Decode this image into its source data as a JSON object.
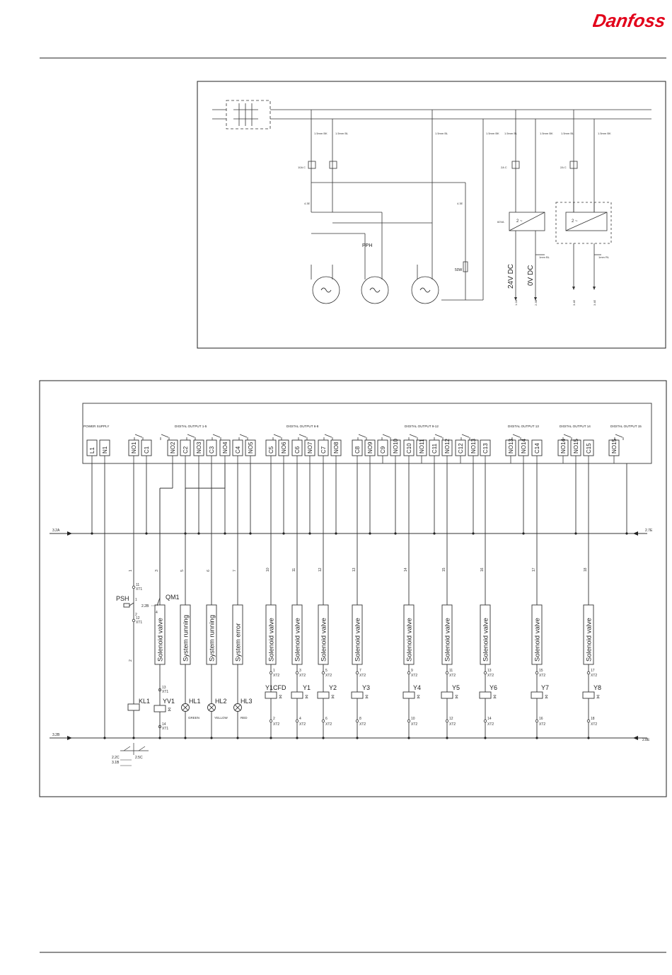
{
  "header": {
    "brand": "Danfoss"
  },
  "power_diagram": {
    "breakers": [
      {
        "rating": "10A C"
      },
      {
        "rating": "2A C"
      },
      {
        "rating": "2A C"
      }
    ],
    "wires_top": [
      "1.5mm BK",
      "1.5mm BL",
      "1.5mm BL",
      "1.5mm BK",
      "1.5mm BL",
      "1.5mm BK",
      "1.5mm BL",
      "1.5mm BK",
      "1.5mm BL"
    ],
    "psu_labels": [
      "60VA",
      "2 ~",
      "2 ~"
    ],
    "switch_label": "PPH",
    "heater_label": "50W",
    "dc_labels": [
      "24V DC",
      "0V DC"
    ],
    "small_labels": [
      "4.3E",
      "4.3E",
      "1mm BL",
      "1mm RL"
    ],
    "bottom_refs": [
      "1.2A",
      "2.3B",
      "3.4E",
      "3.4E"
    ]
  },
  "control_diagram": {
    "blocks": [
      "POWER SUPPLY",
      "DIGITAL OUTPUT 1-5",
      "DIGITAL OUTPUT 6-8",
      "DIGITAL OUTPUT 9-12",
      "DIGITAL OUTPUT 13",
      "DIGITAL OUTPUT 14",
      "DIGITAL OUTPUT 15"
    ],
    "terminals": [
      "L1",
      "N1",
      "NO1",
      "C1",
      "NO2",
      "C2",
      "NO3",
      "C3",
      "NO4",
      "C4",
      "NO5",
      "C5",
      "NO6",
      "C6",
      "NO7",
      "C7",
      "NO8",
      "C8",
      "NO9",
      "C9",
      "NO10",
      "C10",
      "NO11",
      "C11",
      "NO12",
      "C12",
      "NO13",
      "C13",
      "NO13",
      "NO14",
      "C14",
      "NO14",
      "NO15",
      "C15",
      "NO15"
    ],
    "bus_top_left": "3.2A",
    "bus_top_right": "2.7E",
    "bus_bottom_left": "3.2B",
    "bus_bottom_right": "2.8E",
    "wire_numbers": [
      "1",
      "3",
      "5",
      "6",
      "7",
      "10",
      "11",
      "12",
      "13",
      "14",
      "15",
      "16",
      "17",
      "18",
      "2"
    ],
    "psh_label": "PSH",
    "qm1_label": "QM1",
    "qm1_ref": "2.2B",
    "xt1_label": "XT1",
    "xt2_label": "XT2",
    "xt1_pins": [
      "11",
      "12",
      "13",
      "14",
      "1",
      "2",
      "4"
    ],
    "boxes": [
      "Solenoid valve",
      "System running",
      "System running",
      "System error",
      "Solenoid valve",
      "Solenoid valve",
      "Solenoid valve",
      "Solenoid valve",
      "Solenoid valve",
      "Solenoid valve",
      "Solenoid valve",
      "Solenoid valve",
      "Solenoid valve"
    ],
    "components": [
      "KL1",
      "YV1",
      "HL1",
      "HL2",
      "HL3",
      "Y1CFD",
      "Y1",
      "Y2",
      "Y3",
      "Y4",
      "Y5",
      "Y6",
      "Y7",
      "Y8"
    ],
    "lamp_colors": [
      "GREEN",
      "YELLOW",
      "RED"
    ],
    "xt2_top_pins": [
      "1",
      "3",
      "5",
      "7",
      "9",
      "11",
      "13",
      "15",
      "17"
    ],
    "xt2_bottom_pins": [
      "2",
      "4",
      "6",
      "8",
      "10",
      "12",
      "14",
      "16",
      "18"
    ],
    "bottom_refs": [
      "2.2C",
      "2.5C",
      "3.1B"
    ]
  }
}
